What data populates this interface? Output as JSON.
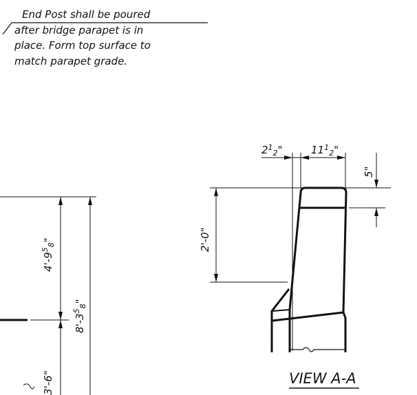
{
  "note": {
    "lines": [
      "End Post shall be poured",
      "after bridge parapet is in",
      "place.  Form top surface to",
      "match parapet grade."
    ]
  },
  "elevation": {
    "dims": {
      "upper_prefix": "4'-9",
      "upper_num": "5",
      "upper_den": "8",
      "upper_inch": "\"",
      "total_prefix": "8'-3",
      "total_num": "5",
      "total_den": "8",
      "total_inch": "\"",
      "lower": "3'-6\""
    }
  },
  "section": {
    "title": "VIEW A-A",
    "dims": {
      "offset_whole": "2",
      "offset_num": "1",
      "offset_den": "2",
      "offset_inch": "\"",
      "width_whole": "11",
      "width_num": "1",
      "width_den": "2",
      "width_inch": "\"",
      "top": "5\"",
      "height": "2'-0\""
    }
  }
}
